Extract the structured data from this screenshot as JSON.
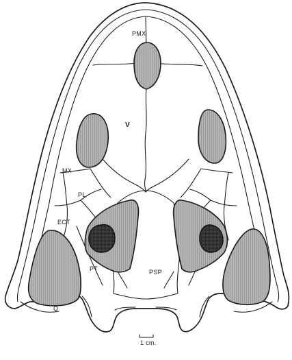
{
  "labels": {
    "pmx": "PMX",
    "v": "V",
    "mx": "MX",
    "pl": "PL",
    "ect": "ECT",
    "pt": "PT",
    "psp": "PSP",
    "q": "Q"
  },
  "scale_bar": {
    "text": "1 cm."
  },
  "colors": {
    "line": "#1a1a1a",
    "hatch_fill": "#a8a8a8",
    "dark_fill": "#3a3a3a",
    "background": "#ffffff"
  }
}
